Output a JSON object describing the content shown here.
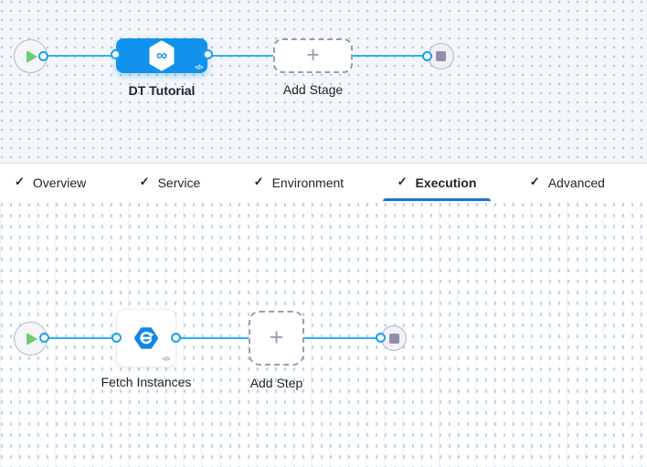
{
  "glyphs": {
    "check": "✓",
    "plus": "+",
    "code": "</>",
    "infinity": "∞"
  },
  "colors": {
    "primary_blue": "#0278d5",
    "edge_blue": "#2bb3f3",
    "stage_node_blue": "#1191ec",
    "play_green": "#6ccd70",
    "canvas_top_bg": "#f3f7fc"
  },
  "top_pipeline": {
    "stage_label": "DT Tutorial",
    "add_stage_label": "Add Stage"
  },
  "tabs": [
    {
      "label": "Overview",
      "checked": true,
      "active": false
    },
    {
      "label": "Service",
      "checked": true,
      "active": false
    },
    {
      "label": "Environment",
      "checked": true,
      "active": false
    },
    {
      "label": "Execution",
      "checked": true,
      "active": true
    },
    {
      "label": "Advanced",
      "checked": true,
      "active": false
    }
  ],
  "bottom_pipeline": {
    "step_label": "Fetch Instances",
    "add_step_label": "Add Step"
  }
}
